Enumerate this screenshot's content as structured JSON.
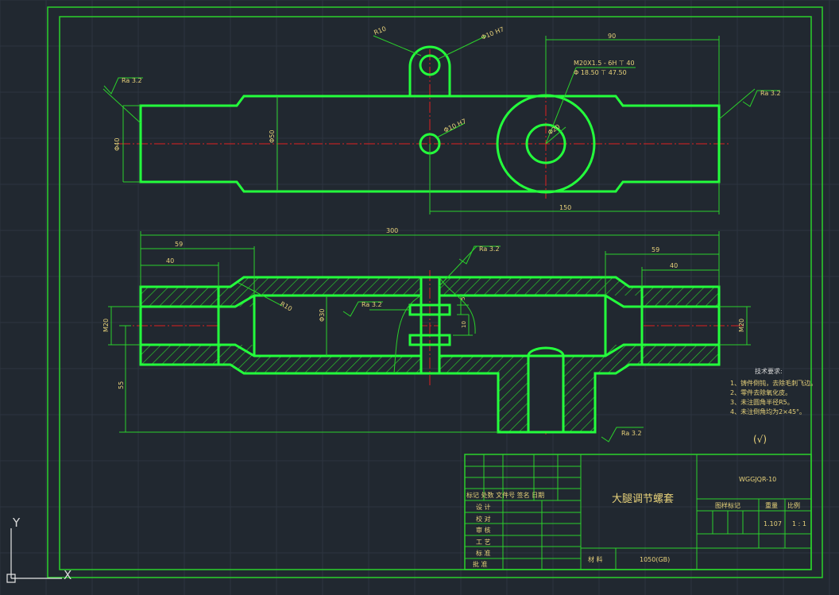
{
  "colors": {
    "background": "#212830",
    "grid": "#2d3540",
    "outline": "#24ff3c",
    "thin": "#2bd12b",
    "centerline": "#e02020",
    "dimtext": "#e8d27a",
    "ucs": "#e6e6e6"
  },
  "top_view": {
    "r10": "R10",
    "hole_top": "Φ10 H7",
    "thread_1": "M20X1.5 - 6H ⊤ 40",
    "thread_2": "Φ 18.50 ⊤ 47.50",
    "dim_90": "90",
    "ra_left": "Ra 3.2",
    "ra_right": "Ra 3.2",
    "dia40": "Φ40",
    "dia50": "Φ50",
    "hole_mid": "Φ10 H7",
    "dia20": "Φ20",
    "dim_150": "150"
  },
  "section_view": {
    "dim_300": "300",
    "dim_59_left": "59",
    "dim_40_left": "40",
    "dim_59_right": "59",
    "dim_40_right": "40",
    "ra_top": "Ra 3.2",
    "r10": "R10",
    "ra_mid": "Ra 3.2",
    "dia30": "Φ30",
    "dim_5": "5",
    "dim_10": "10",
    "m20_left": "M20",
    "m20_right": "M20",
    "dim_55": "55",
    "ra_bottom": "Ra 3.2"
  },
  "notes": {
    "title": "技术要求:",
    "lines": [
      "1、铸件倒钝，去除毛刺飞边。",
      "2、零件去除氧化皮。",
      "3、未注圆角半径R5。",
      "4、未注倒角均为2×45°。"
    ],
    "symbol": "(√)"
  },
  "title_block": {
    "part_name": "大腿调节螺套",
    "drawing_no": "WGGJQR-10",
    "header_row": "标记 处数 文件号 签名 日期",
    "labels": [
      "设 计",
      "校 对",
      "审 核",
      "工 艺",
      "标 准",
      "批 准"
    ],
    "stage_label": "图样标记",
    "weight_label": "重量",
    "scale_label": "比例",
    "weight": "1.107",
    "scale": "1 : 1",
    "material_label": "材 料",
    "material": "1050(GB)"
  },
  "ucs": {
    "y_label": "Y",
    "x_label": "X"
  }
}
